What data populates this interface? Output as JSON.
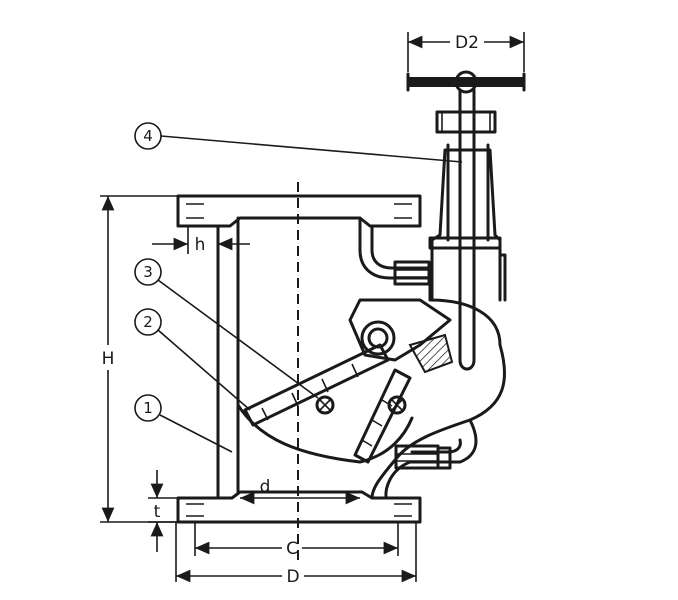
{
  "dimensions": {
    "d2": "D2",
    "h_flange": "h",
    "height": "H",
    "bore": "d",
    "thickness": "t",
    "bolt_circle": "C",
    "outer_diameter": "D"
  },
  "callouts": [
    "1",
    "2",
    "3",
    "4"
  ],
  "colors": {
    "line": "#1a1a1a",
    "background": "#ffffff"
  }
}
